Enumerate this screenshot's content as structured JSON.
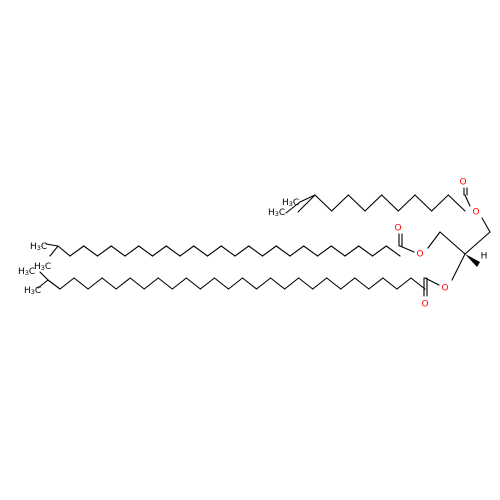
{
  "colors": {
    "bond": "#000000",
    "oxygen": "#ff0000",
    "carbon_label": "#000000"
  },
  "labels": {
    "oxygen": "O",
    "hydrogen": "H",
    "methyl_h": "H",
    "methyl_sub": "3",
    "methyl_c": "C"
  }
}
